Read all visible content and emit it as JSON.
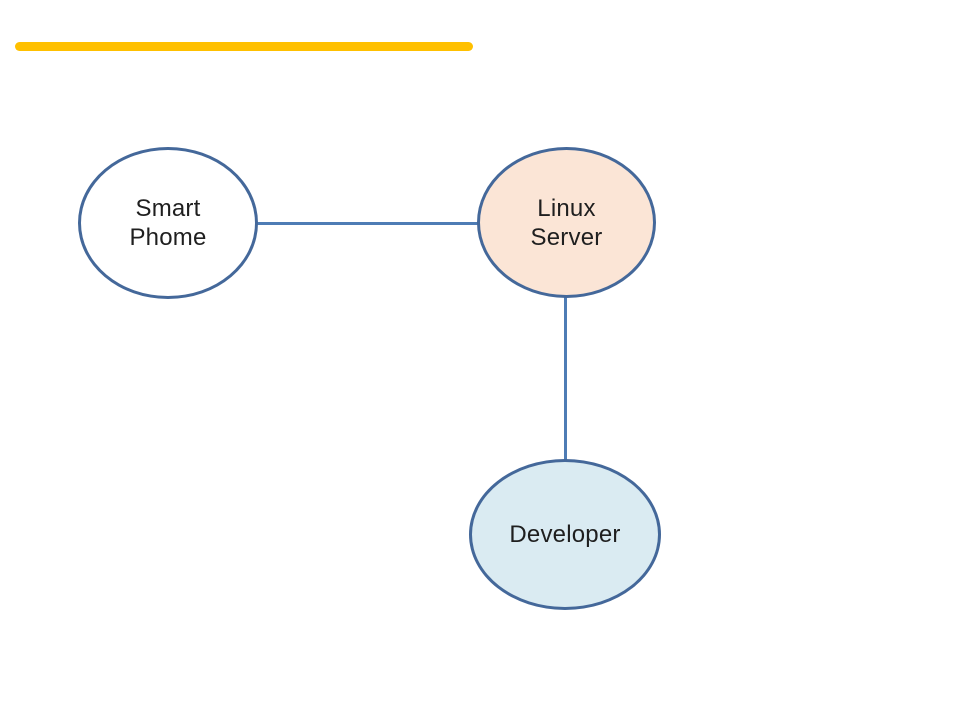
{
  "page": {
    "background": "#ffffff"
  },
  "accent_bar": {
    "color": "#FFC000"
  },
  "diagram": {
    "nodes": [
      {
        "id": "smart-phome",
        "label": "Smart\nPhome",
        "fill": "#ffffff",
        "border": "#44689A"
      },
      {
        "id": "linux-server",
        "label": "Linux\nServer",
        "fill": "#FBE5D6",
        "border": "#44689A"
      },
      {
        "id": "developer",
        "label": "Developer",
        "fill": "#DAEBF2",
        "border": "#44689A"
      }
    ],
    "connectors": [
      {
        "from": "smart-phome",
        "to": "linux-server",
        "orientation": "horizontal",
        "color": "#4E7CB5"
      },
      {
        "from": "linux-server",
        "to": "developer",
        "orientation": "vertical",
        "color": "#4E7CB5"
      }
    ]
  }
}
